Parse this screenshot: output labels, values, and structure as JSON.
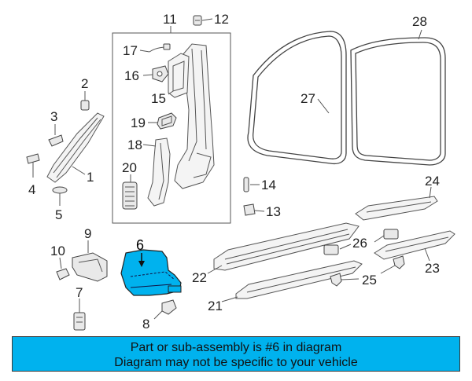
{
  "colors": {
    "highlight_fill": "#00b2ee",
    "banner_fill": "#00b2ee",
    "line": "#555555"
  },
  "callouts": {
    "c1": "1",
    "c2": "2",
    "c3": "3",
    "c4": "4",
    "c5": "5",
    "c6": "6",
    "c7": "7",
    "c8": "8",
    "c9": "9",
    "c10": "10",
    "c11": "11",
    "c12": "12",
    "c13": "13",
    "c14": "14",
    "c15": "15",
    "c16": "16",
    "c17": "17",
    "c18": "18",
    "c19": "19",
    "c20": "20",
    "c21": "21",
    "c22": "22",
    "c23": "23",
    "c24": "24",
    "c25": "25",
    "c26": "26",
    "c27": "27",
    "c28": "28"
  },
  "highlighted_part": "6",
  "banner": {
    "line1": "Part or sub-assembly is #6 in diagram",
    "line2": "Diagram may not be specific to your vehicle"
  }
}
